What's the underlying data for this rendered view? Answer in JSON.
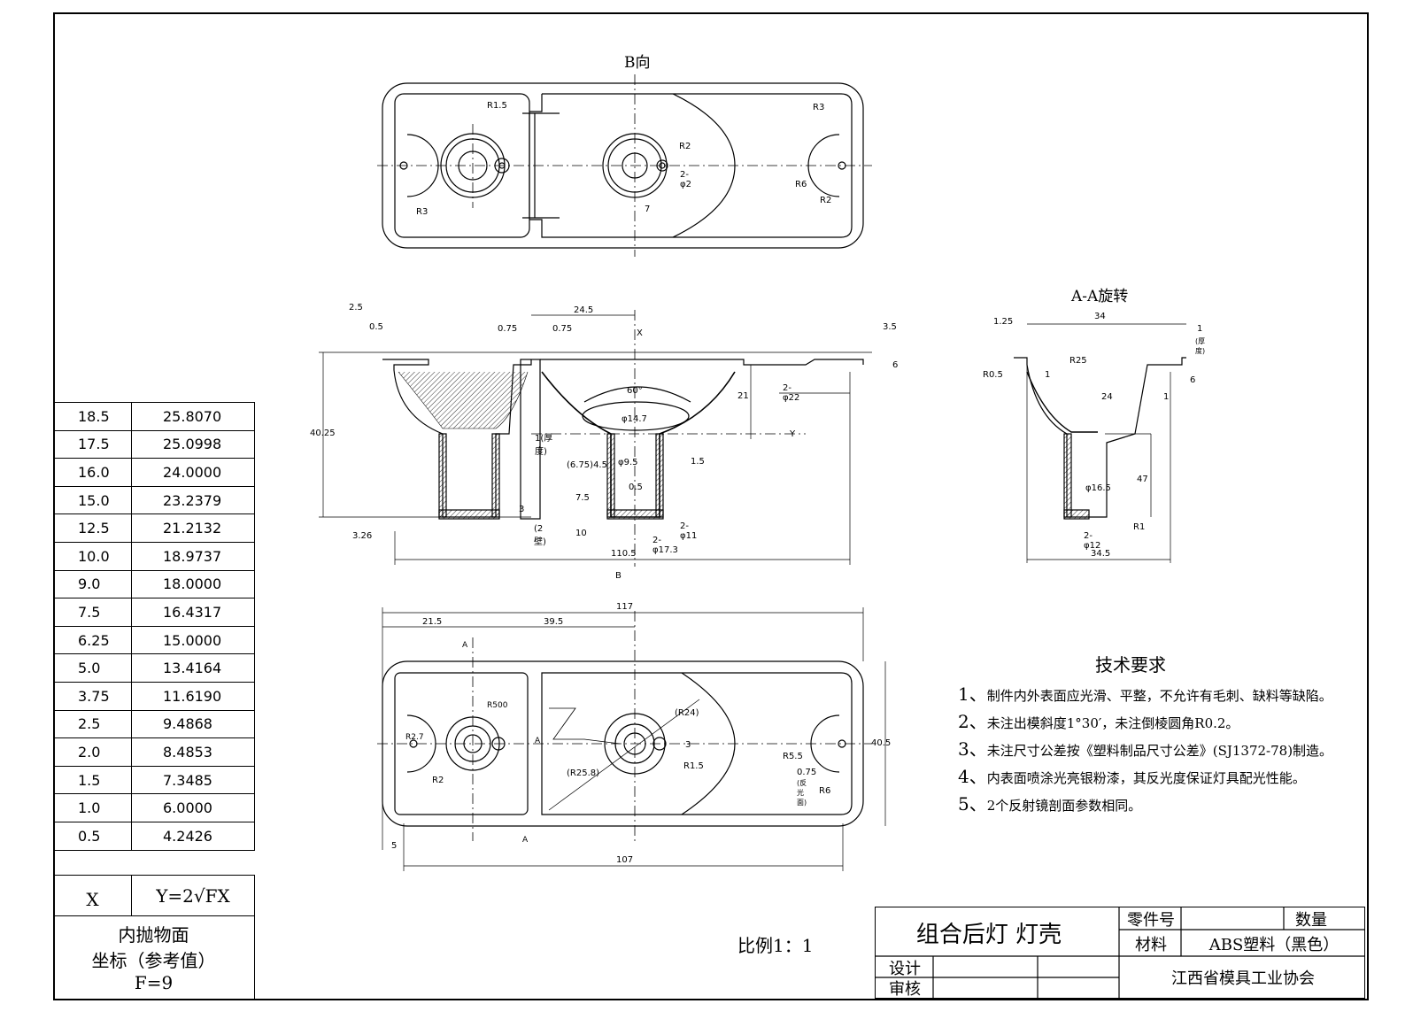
{
  "drawing": {
    "view_b_title": "B向",
    "view_aa_title": "A-A旋转",
    "scale_label": "比例1：1"
  },
  "dims_top_view": [
    "R1.5",
    "R3",
    "R2",
    "2-φ2",
    "7",
    "R6",
    "R2",
    "R3"
  ],
  "dims_section": [
    "2.5",
    "0.5",
    "0.75",
    "0.75",
    "24.5",
    "X",
    "3.5",
    "6",
    "2-φ22",
    "21",
    "60°",
    "φ14.7",
    "1(厚度)",
    "Y",
    "40.25",
    "(6.75)4.5",
    "φ9.5",
    "1.5",
    "0.5",
    "7.5",
    "3",
    "(2壁)",
    "10",
    "2-φ11",
    "2-φ17.3",
    "3.26",
    "110.5",
    "B"
  ],
  "dims_aa": [
    "1.25",
    "34",
    "1",
    "(厚度)",
    "R0.5",
    "R25",
    "1",
    "24",
    "6",
    "1",
    "φ16.5",
    "47",
    "2-φ12",
    "R1",
    "34.5"
  ],
  "dims_bottom_view": [
    "117",
    "21.5",
    "39.5",
    "A",
    "R500",
    "(R24)",
    "R2.7",
    "3",
    "R1.5",
    "A",
    "(R25.8)",
    "R5.5",
    "0.75",
    "(反光面)",
    "R6",
    "40.5",
    "R2",
    "A",
    "5",
    "107"
  ],
  "parabola_table": {
    "rows": [
      [
        "18.5",
        "25.8070"
      ],
      [
        "17.5",
        "25.0998"
      ],
      [
        "16.0",
        "24.0000"
      ],
      [
        "15.0",
        "23.2379"
      ],
      [
        "12.5",
        "21.2132"
      ],
      [
        "10.0",
        "18.9737"
      ],
      [
        "9.0",
        "18.0000"
      ],
      [
        "7.5",
        "16.4317"
      ],
      [
        "6.25",
        "15.0000"
      ],
      [
        "5.0",
        "13.4164"
      ],
      [
        "3.75",
        "11.6190"
      ],
      [
        "2.5",
        "9.4868"
      ],
      [
        "2.0",
        "8.4853"
      ],
      [
        "1.5",
        "7.3485"
      ],
      [
        "1.0",
        "6.0000"
      ],
      [
        "0.5",
        "4.2426"
      ]
    ],
    "head_x": "X",
    "head_y": "Y=2√FX",
    "caption_1": "内抛物面",
    "caption_2": "坐标（参考值）",
    "caption_3": "F=9"
  },
  "tech": {
    "title": "技术要求",
    "items": [
      {
        "n": "1、",
        "t": "制件内外表面应光滑、平整，不允许有毛刺、缺料等缺陷。"
      },
      {
        "n": "2、",
        "t": "未注出模斜度1°30′，未注倒棱圆角R0.2。"
      },
      {
        "n": "3、",
        "t": "未注尺寸公差按《塑料制品尺寸公差》(SJ1372-78)制造。"
      },
      {
        "n": "4、",
        "t": "内表面喷涂光亮银粉漆，其反光度保证灯具配光性能。"
      },
      {
        "n": "5、",
        "t": "2个反射镜剖面参数相同。"
      }
    ]
  },
  "title_block": {
    "part_name": "组合后灯  灯壳",
    "part_no_label": "零件号",
    "qty_label": "数量",
    "material_label": "材料",
    "material_value": "ABS塑料（黑色）",
    "design_label": "设计",
    "review_label": "审核",
    "org": "江西省模具工业协会"
  }
}
